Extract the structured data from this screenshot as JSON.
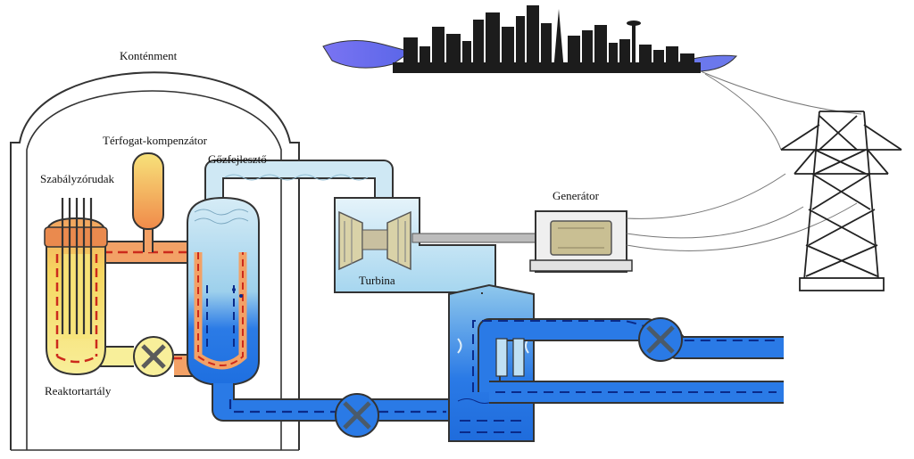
{
  "labels": {
    "containment": "Konténment",
    "pressurizer": "Térfogat-kompenzátor",
    "steam_generator": "Gőzfejlesztő",
    "control_rods": "Szabályzórudak",
    "generator": "Generátor",
    "turbine": "Turbina",
    "reactor_vessel": "Reaktortartály"
  },
  "colors": {
    "primary_hot": "#f07a4a",
    "primary_warm": "#f6d760",
    "primary_pale": "#f8f1a0",
    "secondary_water": "#1e6fe0",
    "steam": "#bfe3f2",
    "steam_light": "#d9eef7",
    "cooling_water": "#2a7ae6",
    "dash_red": "#cc2a1c",
    "dash_blue": "#0a2a8a",
    "city": "#1c1c1c",
    "river": "#6b6bf0"
  },
  "icons": [
    "pump-icon",
    "turbine-icon",
    "generator-icon",
    "pylon-icon",
    "city-skyline-icon"
  ]
}
